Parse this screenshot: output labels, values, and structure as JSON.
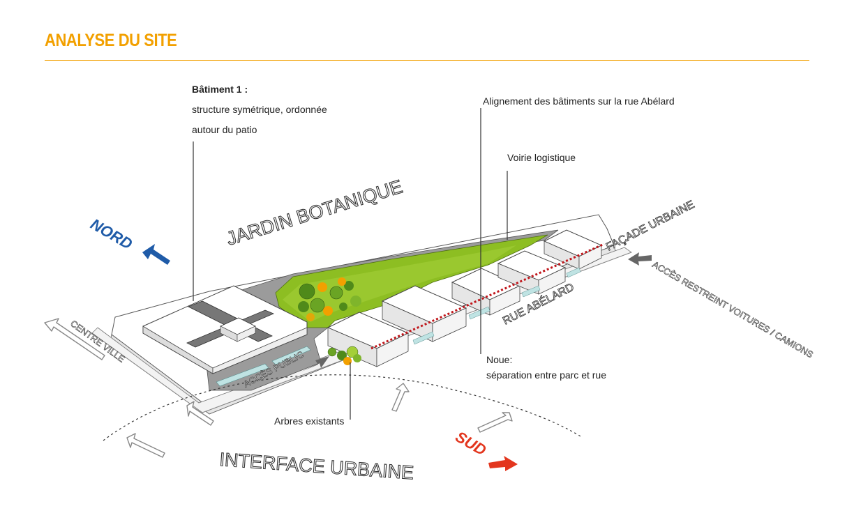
{
  "header": {
    "title": "ANALYSE DU SITE"
  },
  "colors": {
    "accent": "#F2A000",
    "north": "#1F5BA8",
    "south": "#E3361E",
    "park": "#8DBE22",
    "gray": "#666666"
  },
  "annotations": {
    "batiment_title": "Bâtiment 1 :",
    "batiment_line1": "structure symétrique, ordonnée",
    "batiment_line2": "autour du patio",
    "alignement": "Alignement des bâtiments sur la rue Abélard",
    "voirie": "Voirie logistique",
    "noue_title": "Noue:",
    "noue_line": "séparation entre parc et rue",
    "arbres": "Arbres existants"
  },
  "site_labels": {
    "jardin": "JARDIN BOTANIQUE",
    "facade": "FAÇADE URBAINE",
    "rue": "RUE ABÉLARD",
    "acces_restreint": "ACCÈS RESTREINT VOITURES / CAMIONS",
    "centre_ville": "CENTRE VILLE",
    "acces_public": "ACCÈS PUBLIC",
    "interface": "INTERFACE URBAINE"
  },
  "directions": {
    "nord": "NORD",
    "sud": "SUD"
  },
  "icons": {
    "north_arrow": "arrow-left-icon",
    "south_arrow": "arrow-right-icon"
  }
}
